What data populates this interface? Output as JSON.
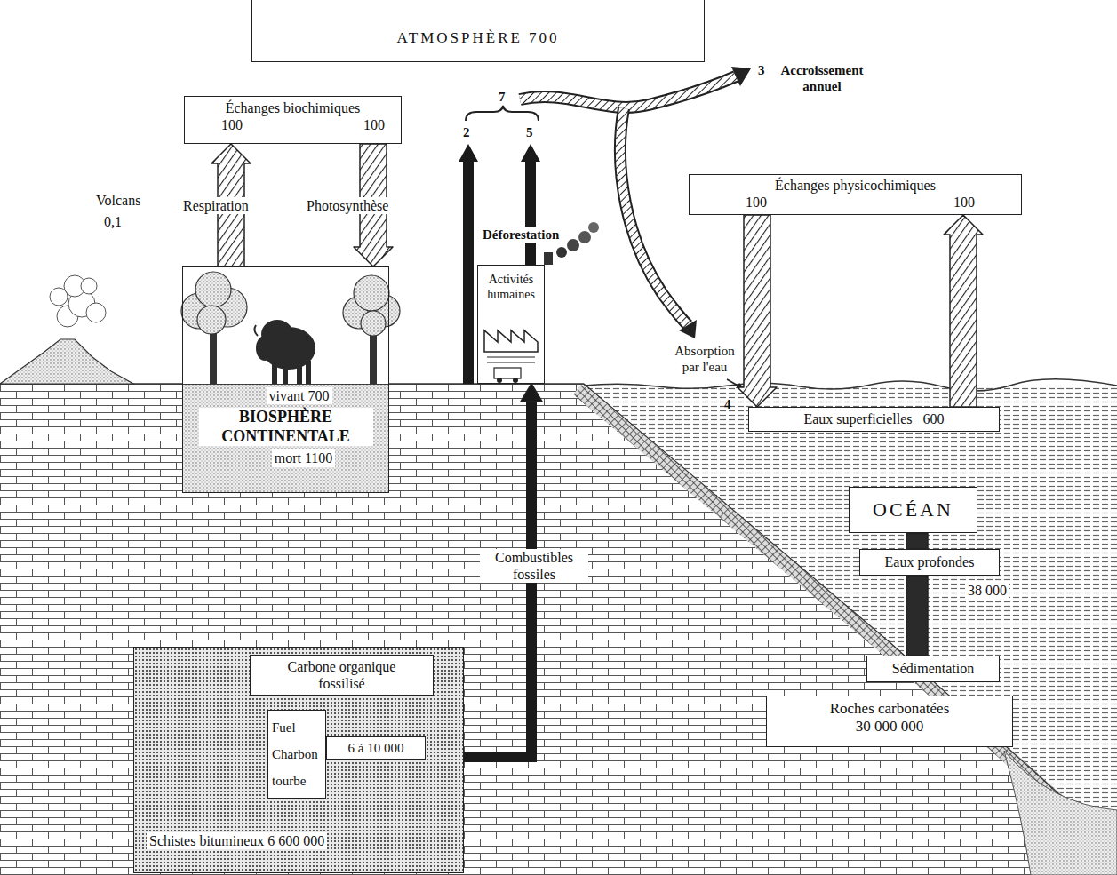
{
  "diagram": {
    "nodes": [
      {
        "text": [
          "ATMOSPHÈRE 700"
        ]
      },
      {
        "text": [
          "Échanges biochimiques",
          "100",
          "100"
        ]
      },
      {
        "text": [
          "vivant 700",
          "BIOSPHÈRE CONTINENTALE",
          "mort 1100"
        ]
      },
      {
        "text": [
          "Activités humaines"
        ]
      },
      {
        "text": [
          "Échanges physicochimiques",
          "100",
          "100"
        ]
      },
      {
        "text": [
          "Eaux superficielles",
          "600"
        ]
      },
      {
        "text": [
          "OCÉAN"
        ]
      },
      {
        "text": [
          "Eaux profondes",
          "38 000"
        ]
      },
      {
        "text": [
          "Sédimentation"
        ]
      },
      {
        "text": [
          "Roches carbonatées",
          "30 000 000"
        ]
      },
      {
        "text": [
          "Schistes bitumineux 6 600 000"
        ]
      },
      {
        "text": [
          "Carbone organique fossilisé"
        ],
        "in": 10
      },
      {
        "text": [
          "Fuel Charbon tourbe"
        ],
        "in": 10
      },
      {
        "text": [
          "6 à 10 000"
        ],
        "in": 10
      }
    ],
    "edges": [
      {
        "from": 2,
        "to": 1,
        "label": "Respiration",
        "arrow": "to"
      },
      {
        "from": 1,
        "to": 2,
        "label": "Photosynthèse",
        "arrow": "to"
      },
      {
        "from": 10,
        "to": 3,
        "label": "Combustibles fossiles",
        "arrow": "to"
      },
      {
        "from": 4,
        "to": 5,
        "arrow": "to"
      },
      {
        "from": 5,
        "to": 4,
        "arrow": "to"
      },
      {
        "from": 6,
        "to": 7,
        "arrow": "none"
      },
      {
        "from": 7,
        "to": 8,
        "arrow": "none"
      }
    ],
    "labels": [
      "Volcans",
      "0,1",
      "Déforestation",
      "2",
      "5",
      "7",
      "3",
      "Accroissement annuel",
      "Absorption par l'eau",
      "4"
    ]
  }
}
